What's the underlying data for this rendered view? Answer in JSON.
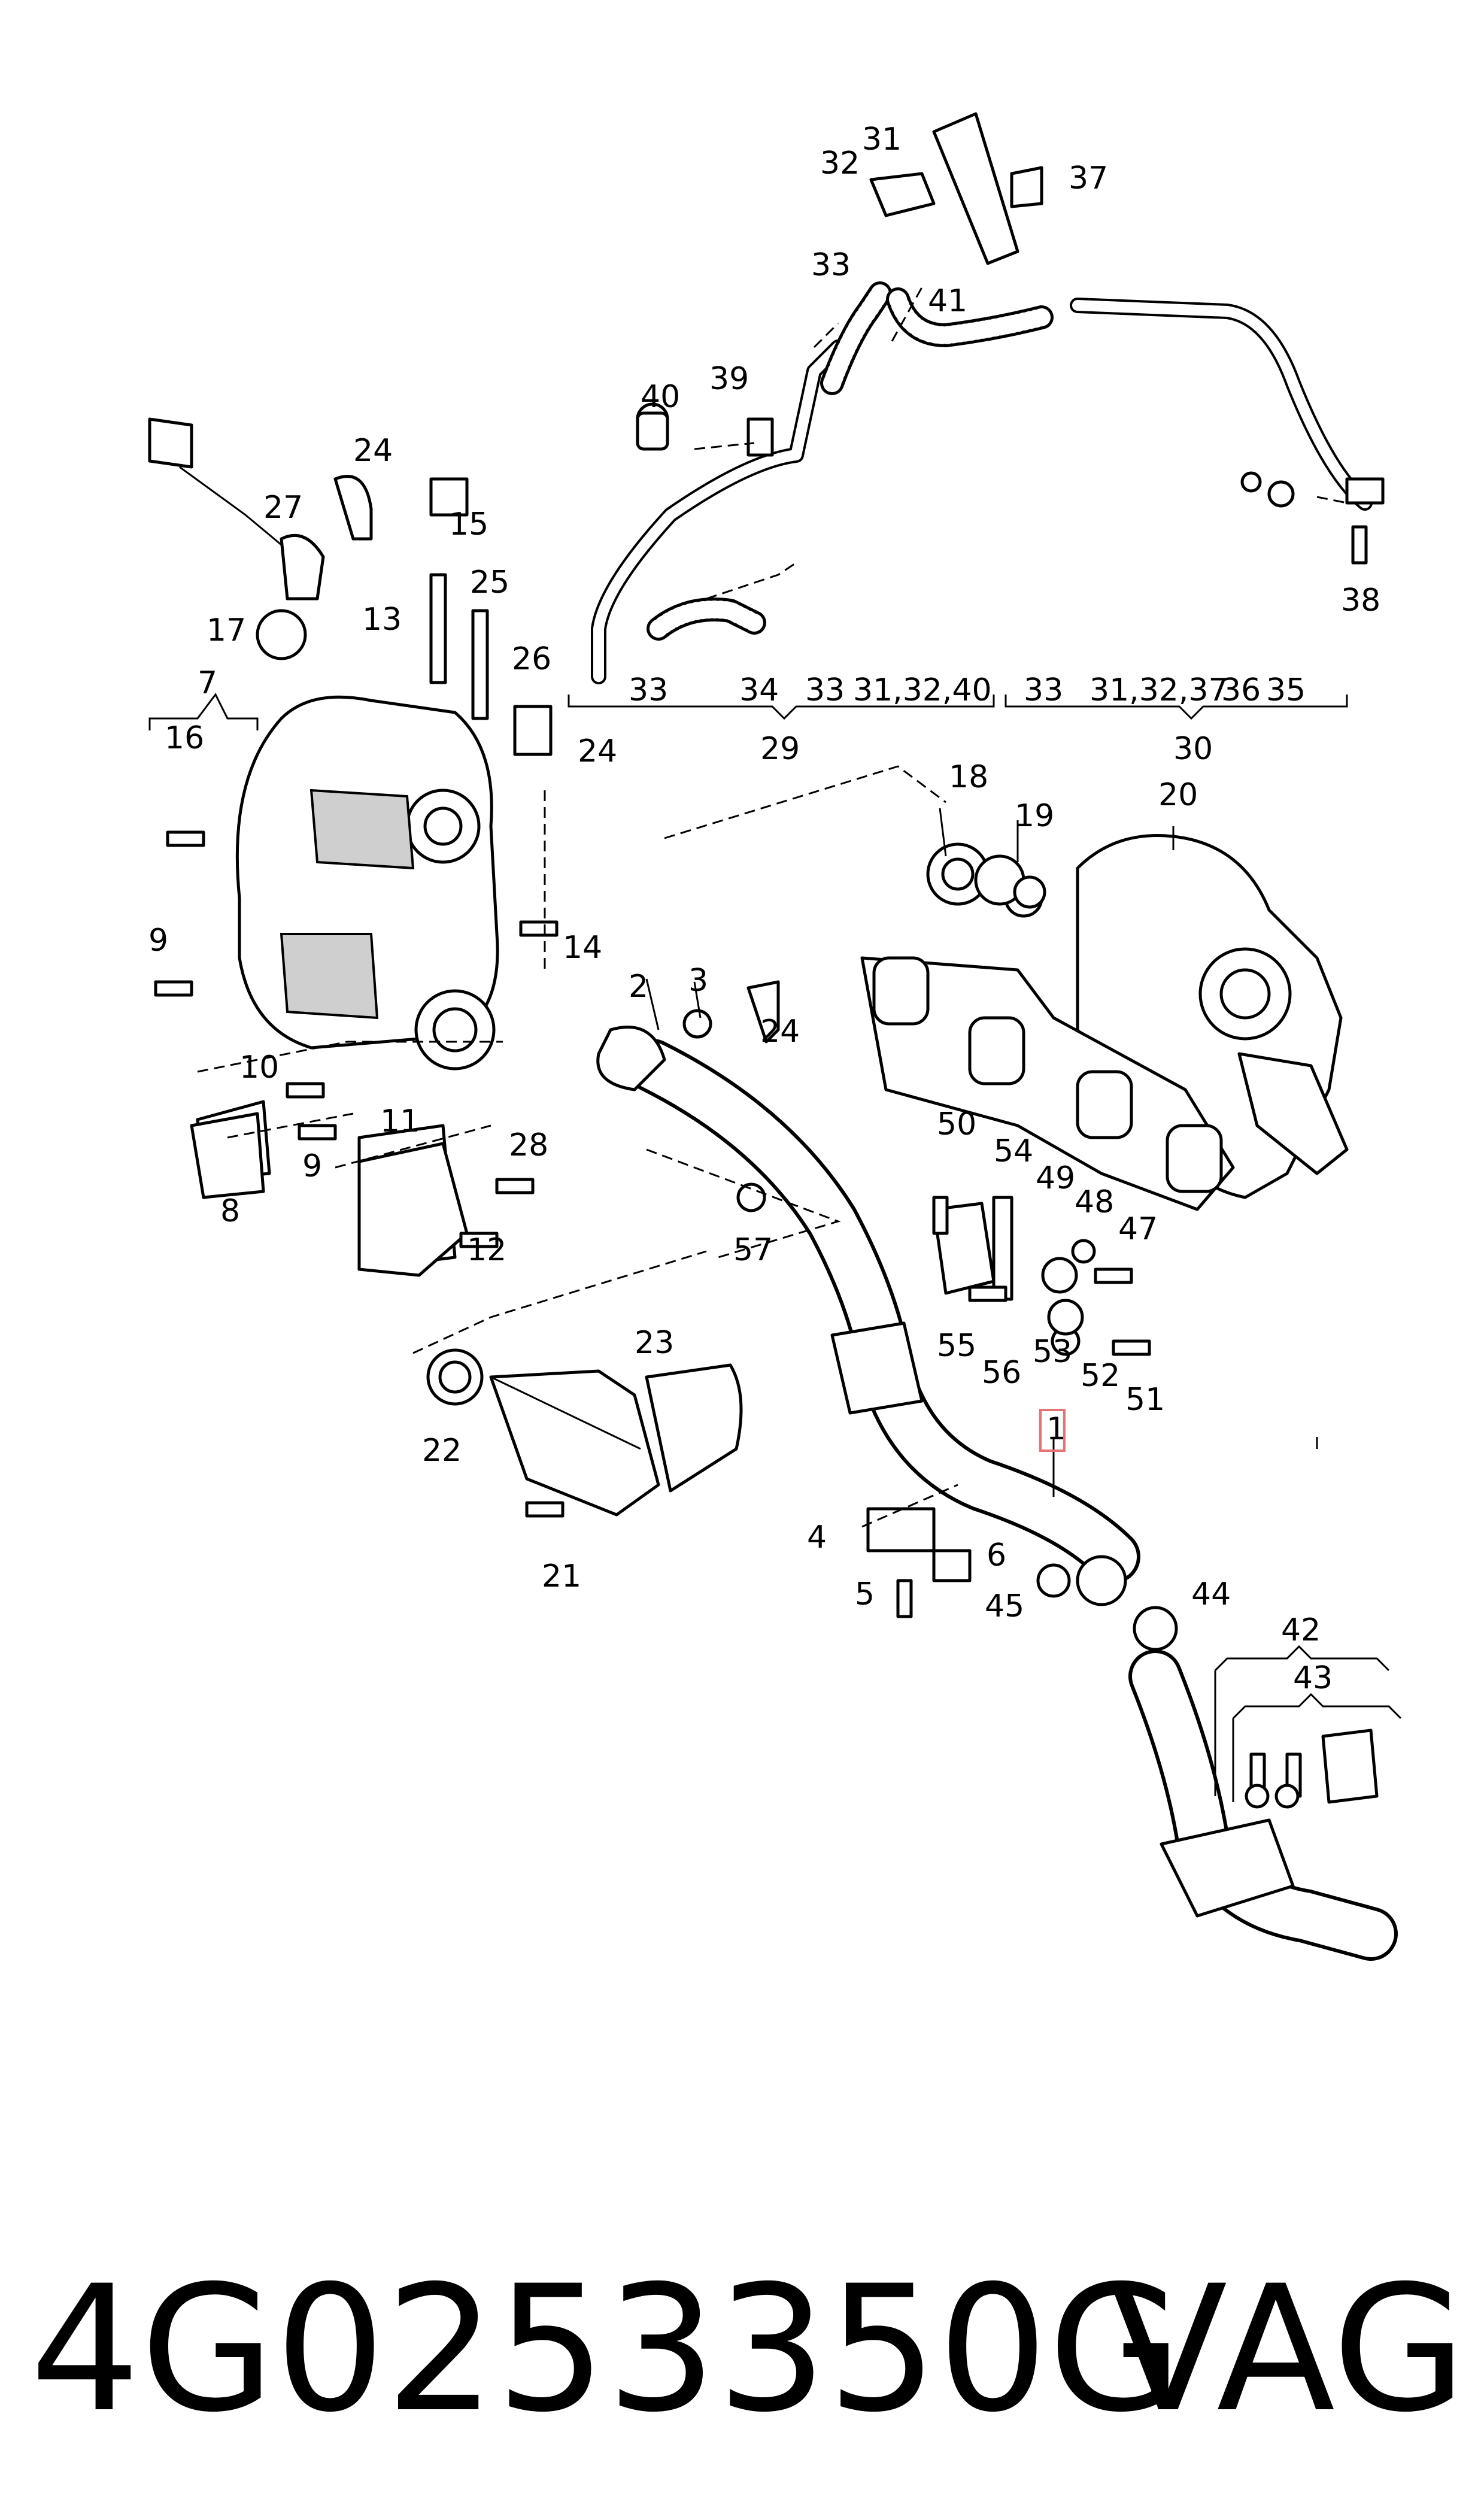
{
  "callouts": {
    "c1": "1",
    "c2": "2",
    "c3": "3",
    "c4": "4",
    "c5": "5",
    "c6": "6",
    "c7": "7",
    "c8": "8",
    "c9a": "9",
    "c9b": "9",
    "c10": "10",
    "c11": "11",
    "c12": "12",
    "c13": "13",
    "c14": "14",
    "c15": "15",
    "c16": "16",
    "c17": "17",
    "c18": "18",
    "c19": "19",
    "c20": "20",
    "c21": "21",
    "c22": "22",
    "c23": "23",
    "c24a": "24",
    "c24b": "24",
    "c24c": "24",
    "c25": "25",
    "c26": "26",
    "c27": "27",
    "c28": "28",
    "c29": "29",
    "c30": "30",
    "c31": "31",
    "c32": "32",
    "c33a": "33",
    "c33b": "33",
    "c33c": "33",
    "c33d": "33",
    "c34": "34",
    "c35": "35",
    "c36": "36",
    "c37": "37",
    "c38": "38",
    "c39": "39",
    "c40": "40",
    "c41": "41",
    "c42": "42",
    "c43": "43",
    "c44": "44",
    "c45": "45",
    "c47": "47",
    "c48": "48",
    "c49": "49",
    "c50": "50",
    "c51": "51",
    "c52": "52",
    "c53": "53",
    "c54": "54",
    "c55": "55",
    "c56": "56",
    "c57": "57",
    "g1": "31,32,40",
    "g2": "31,32,37"
  },
  "footer": {
    "part_number": "4G0253350G",
    "brand": "VAG"
  }
}
